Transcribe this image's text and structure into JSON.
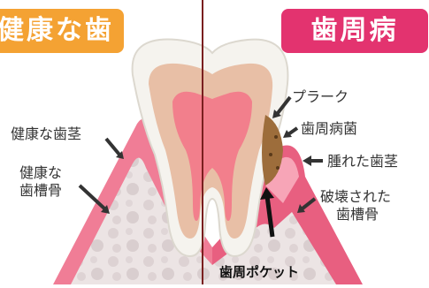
{
  "headers": {
    "left": "健康な歯",
    "right": "歯周病"
  },
  "labels": {
    "healthy_gum": "健康な歯茎",
    "healthy_bone_line1": "健康な",
    "healthy_bone_line2": "歯槽骨",
    "plaque": "プラーク",
    "bacteria": "歯周病菌",
    "swollen_gum": "腫れた歯茎",
    "destroyed_bone_line1": "破壊された",
    "destroyed_bone_line2": "歯槽骨",
    "pocket": "歯周ポケット"
  },
  "colors": {
    "healthy_accent": "#f4a233",
    "disease_accent": "#e3336f",
    "gum": "#f07d96",
    "gum_light": "#f7c9d3",
    "bone": "#ebe3e3",
    "tooth": "#f5f3ee",
    "dentin": "#e6b59d",
    "pulp": "#f27f8c",
    "plaque": "#9d6d3b",
    "divider": "#7a1f1f"
  }
}
